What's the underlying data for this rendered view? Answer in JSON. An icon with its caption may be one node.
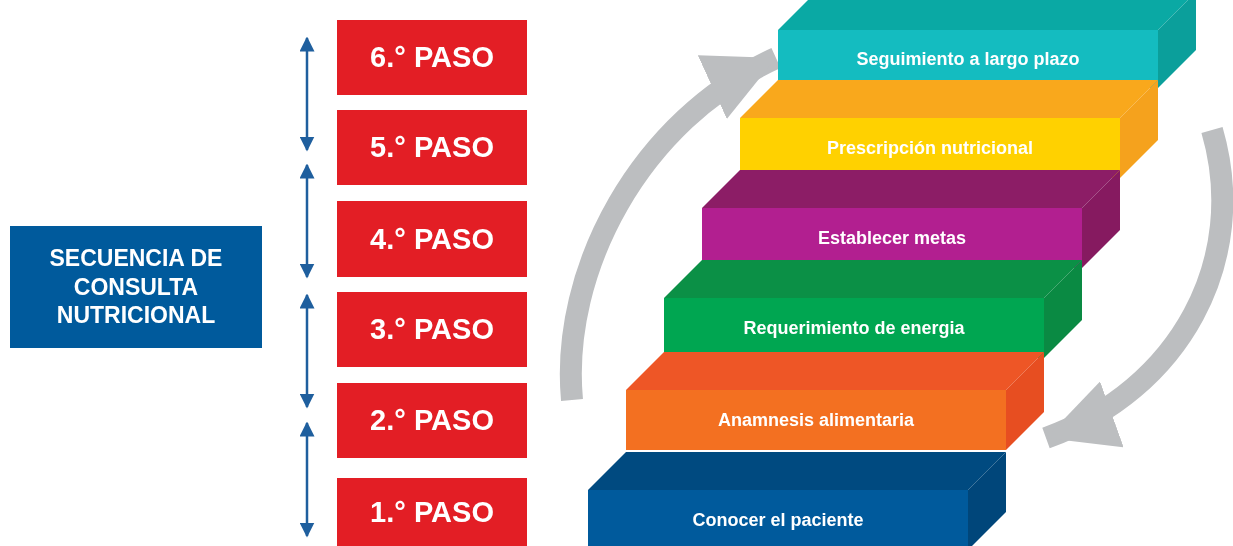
{
  "diagram": {
    "nodes": [
      {
        "text": [
          "SECUENCIA DE CONSULTA NUTRICIONAL"
        ]
      },
      {
        "text": [
          "6.° PASO"
        ]
      },
      {
        "text": [
          "5.° PASO"
        ]
      },
      {
        "text": [
          "4.° PASO"
        ]
      },
      {
        "text": [
          "3.° PASO"
        ]
      },
      {
        "text": [
          "2.° PASO"
        ]
      },
      {
        "text": [
          "1.° PASO"
        ]
      },
      {
        "text": [
          "Seguimiento a largo plazo"
        ]
      },
      {
        "text": [
          "Prescripción nutricional"
        ]
      },
      {
        "text": [
          "Establecer metas"
        ]
      },
      {
        "text": [
          "Requerimiento de energia"
        ]
      },
      {
        "text": [
          "Anamnesis alimentaria"
        ]
      },
      {
        "text": [
          "Conocer el paciente"
        ]
      }
    ],
    "edges": [
      {
        "from": null,
        "to": 7,
        "arrow": "to"
      },
      {
        "from": null,
        "to": 11,
        "arrow": "to"
      }
    ]
  }
}
